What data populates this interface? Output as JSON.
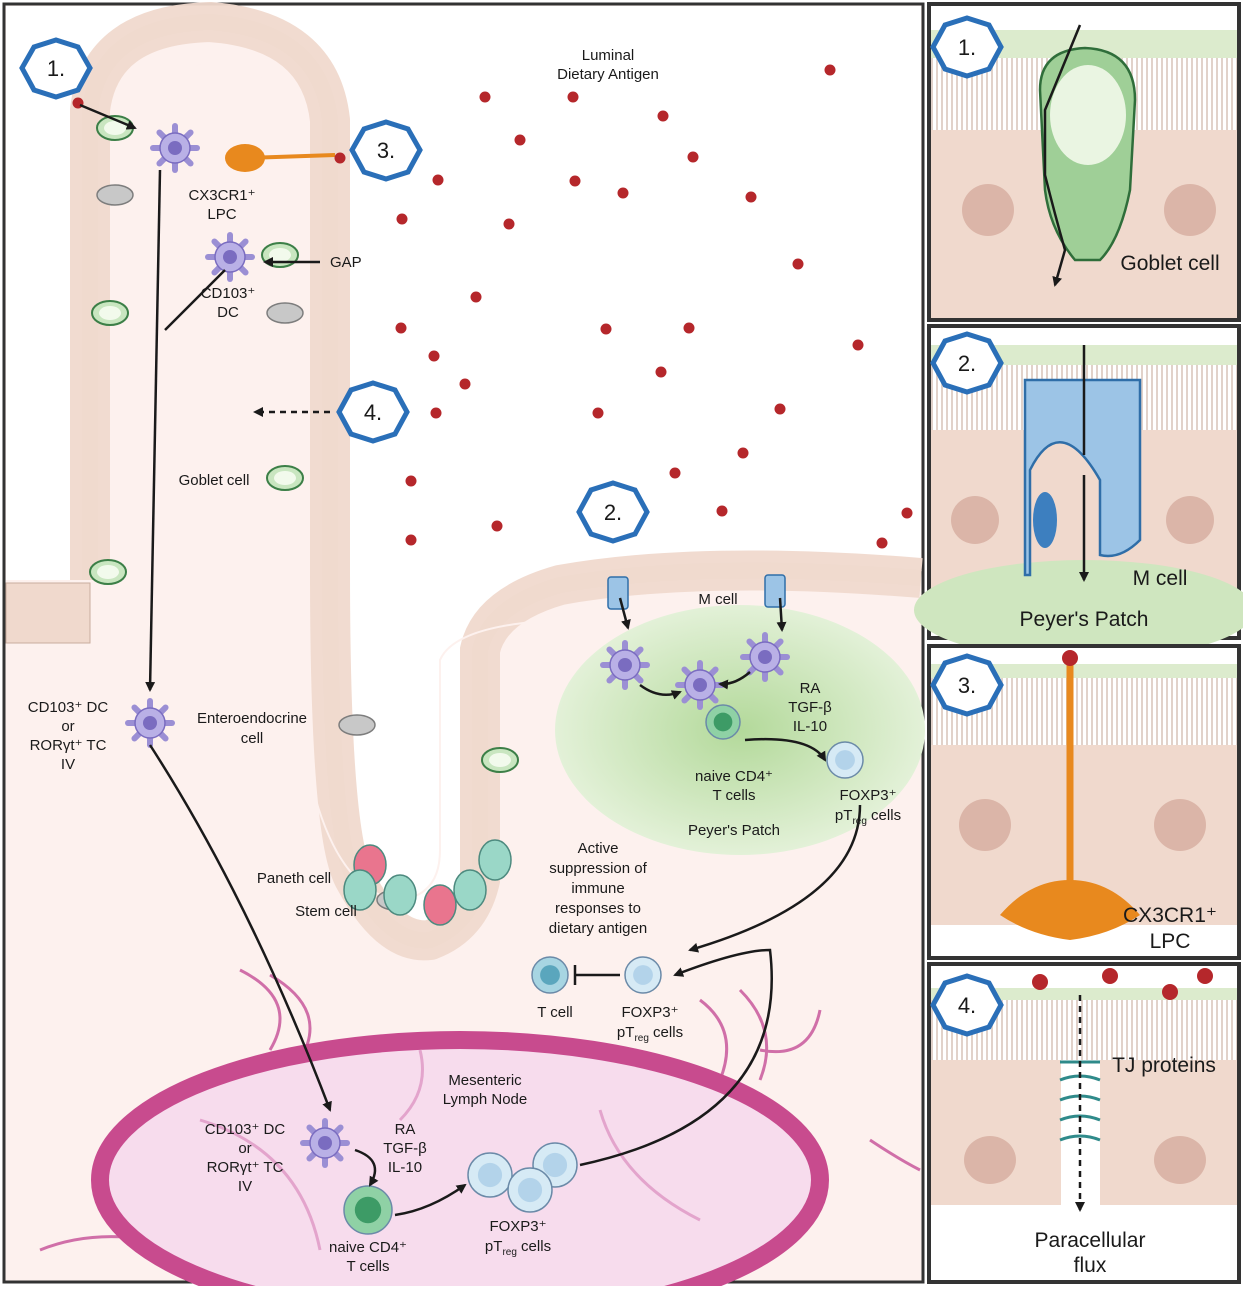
{
  "main": {
    "lumen_label": [
      "Luminal",
      "Dietary Antigen"
    ],
    "badges": [
      "1.",
      "2.",
      "3.",
      "4."
    ],
    "cx3cr1_label": [
      "CX3CR1⁺",
      "LPC"
    ],
    "gap_label": "GAP",
    "cd103_dc_label": [
      "CD103⁺",
      "DC"
    ],
    "goblet_label": "Goblet cell",
    "enteroendocrine_label": [
      "Enteroendocrine",
      "cell"
    ],
    "paneth_label": "Paneth cell",
    "stem_label": "Stem cell",
    "migrating_cell_label": [
      "CD103⁺ DC",
      "or",
      "RORγt⁺ TC",
      "IV"
    ],
    "m_cell_label": "M cell",
    "pp_cytokines": [
      "RA",
      "TGF-β",
      "IL-10"
    ],
    "pp_naive_label": [
      "naive CD4⁺",
      "T cells"
    ],
    "pp_treg_label": [
      "FOXP3⁺",
      "pT",
      "reg",
      " cells"
    ],
    "peyers_patch_label": "Peyer's Patch",
    "suppression_label": [
      "Active",
      "suppression of",
      "immune",
      "responses to",
      "dietary antigen"
    ],
    "t_cell_label": "T cell",
    "treg_label": [
      "FOXP3⁺",
      "pT",
      "reg",
      " cells"
    ],
    "mln_label": [
      "Mesenteric",
      "Lymph Node"
    ],
    "mln_apc_label": [
      "CD103⁺ DC",
      "or",
      "RORγt⁺ TC",
      "IV"
    ],
    "mln_cytokines": [
      "RA",
      "TGF-β",
      "IL-10"
    ],
    "mln_naive_label": [
      "naive CD4⁺",
      "T cells"
    ],
    "mln_treg_label": [
      "FOXP3⁺",
      "pT",
      "reg",
      " cells"
    ]
  },
  "panels": [
    {
      "badge": "1.",
      "label": "Goblet cell"
    },
    {
      "badge": "2.",
      "label_a": "M cell",
      "label_b": "Peyer's Patch"
    },
    {
      "badge": "3.",
      "label": [
        "CX3CR1⁺",
        "LPC"
      ]
    },
    {
      "badge": "4.",
      "label_a": "TJ proteins",
      "label_b": [
        "Paracellular",
        "flux"
      ]
    }
  ],
  "colors": {
    "antigen": "#b5272b",
    "badge_stroke": "#2a6fb8",
    "goblet": "#5fa866",
    "m_cell": "#7aaed8",
    "lpc": "#e8891e",
    "dc": "#9b8fd4",
    "mln": "#c84b8e",
    "peyers": "#b8dba0",
    "epithelium": "#f0d9cd",
    "tissue": "#fcefec"
  }
}
